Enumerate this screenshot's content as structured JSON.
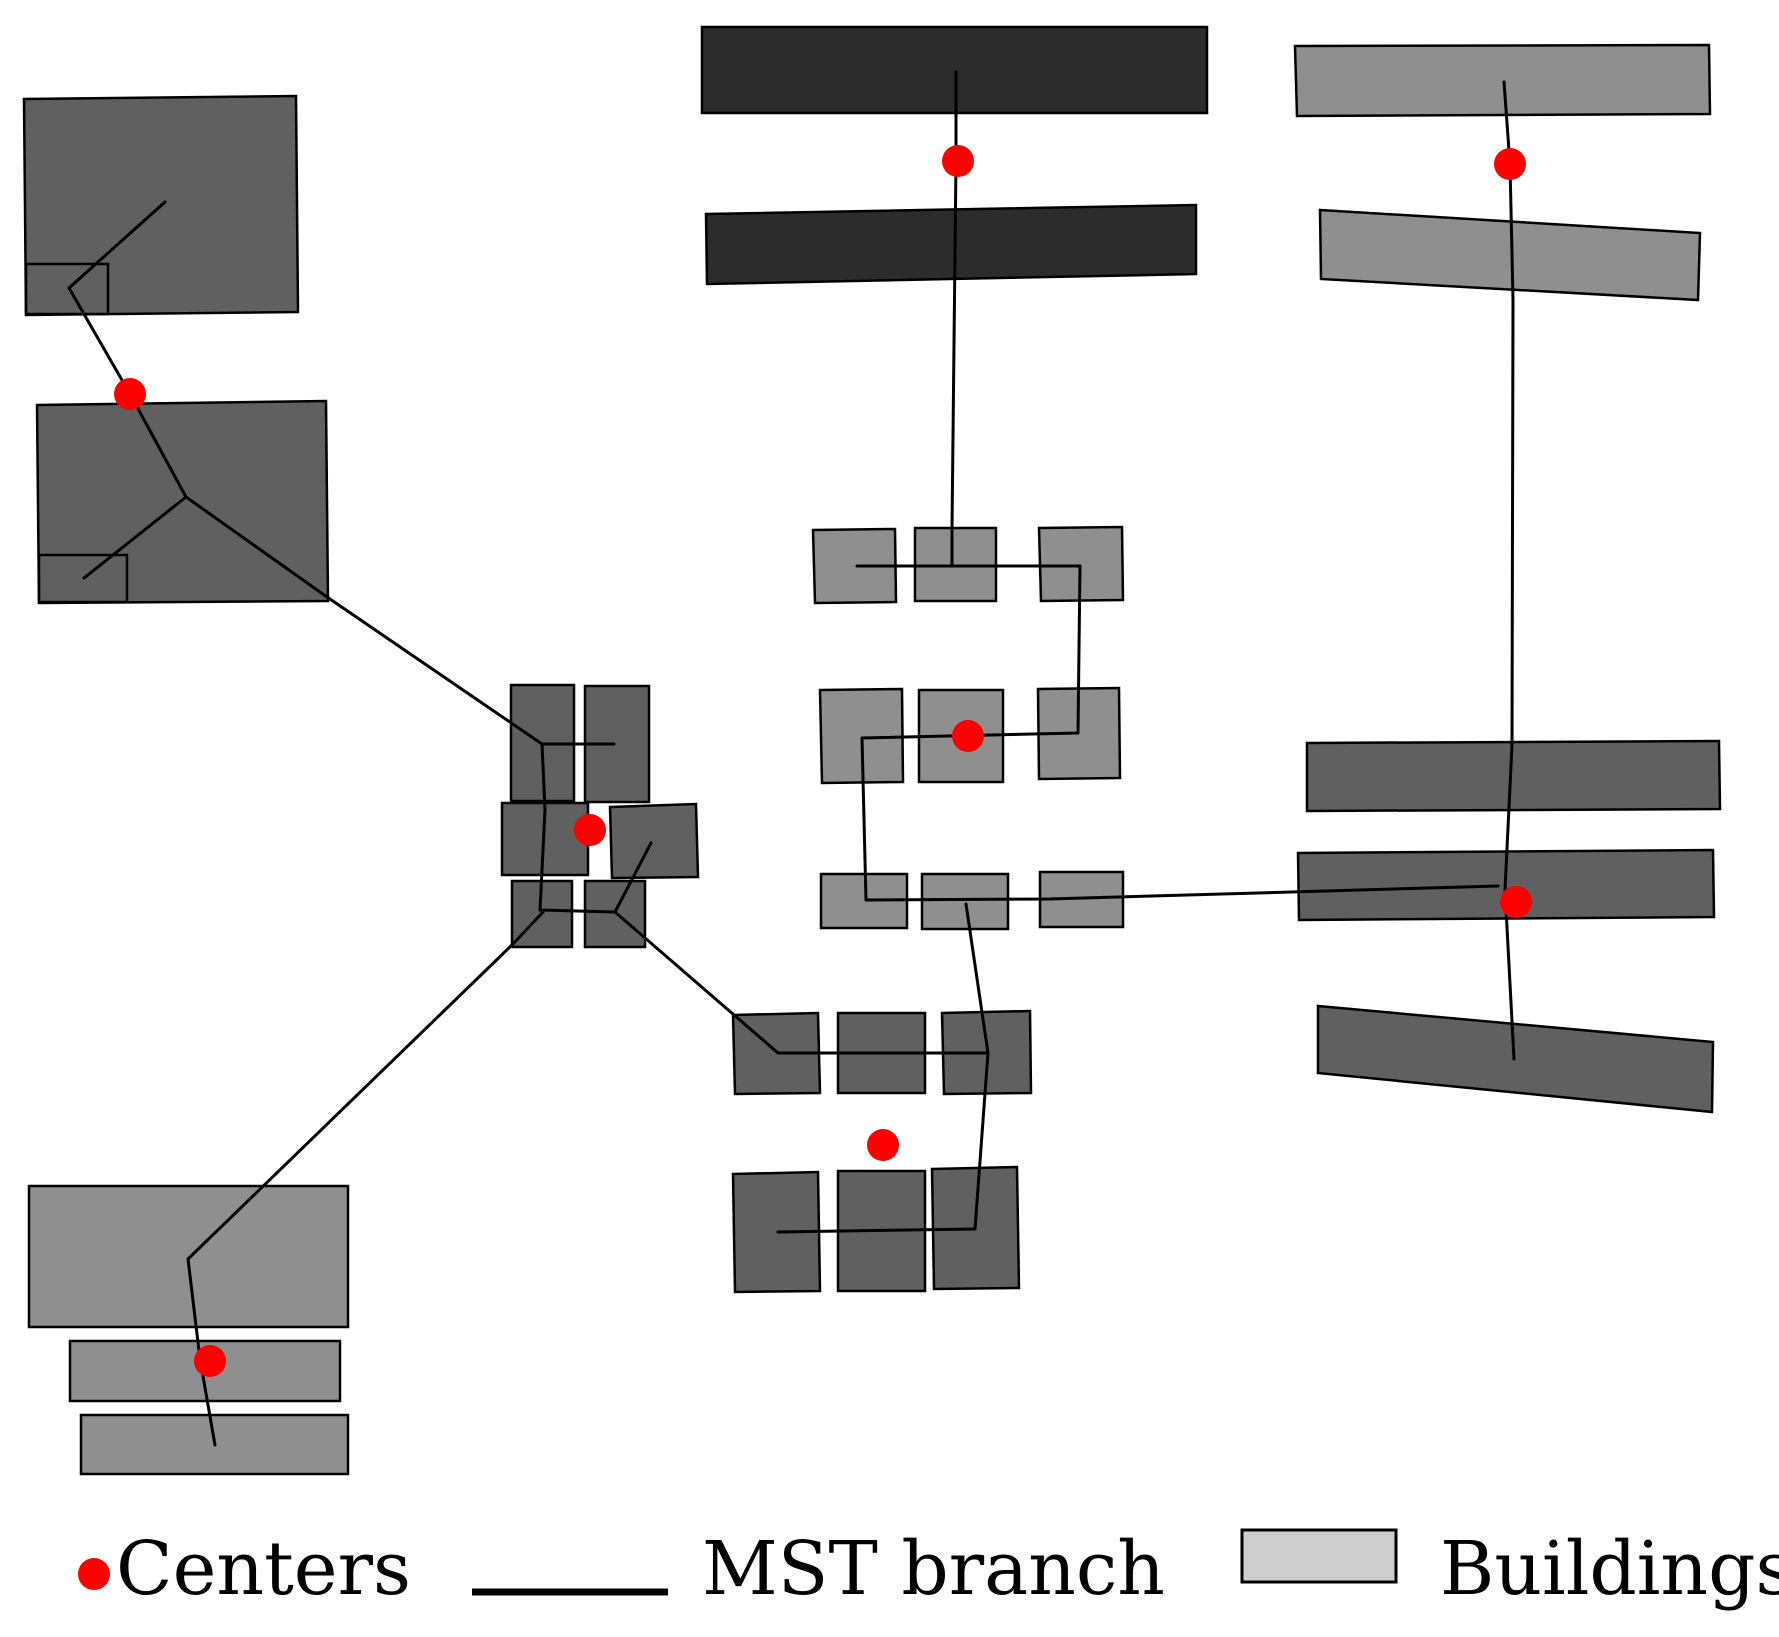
{
  "legend": {
    "centers_label": "Centers",
    "mst_label": "MST branch",
    "buildings_label": "Buildings"
  },
  "colors": {
    "center": "#ff0000",
    "mst_line": "#000000",
    "legend_building": "#cfcfcf",
    "group_dark": "#2c2c2c",
    "group_mid": "#606060",
    "group_light": "#8f8f8f"
  },
  "clusters": [
    {
      "id": "top-left",
      "shade": "mid",
      "building_count": 2
    },
    {
      "id": "center-small",
      "shade": "mid",
      "building_count": 6
    },
    {
      "id": "bottom-left",
      "shade": "light",
      "building_count": 3
    },
    {
      "id": "top-middle",
      "shade": "dark",
      "building_count": 2
    },
    {
      "id": "middle-grid",
      "shade": "light",
      "building_count": 9
    },
    {
      "id": "bottom-middle",
      "shade": "mid",
      "building_count": 6
    },
    {
      "id": "top-right",
      "shade": "light",
      "building_count": 2
    },
    {
      "id": "bottom-right",
      "shade": "mid",
      "building_count": 3
    }
  ]
}
